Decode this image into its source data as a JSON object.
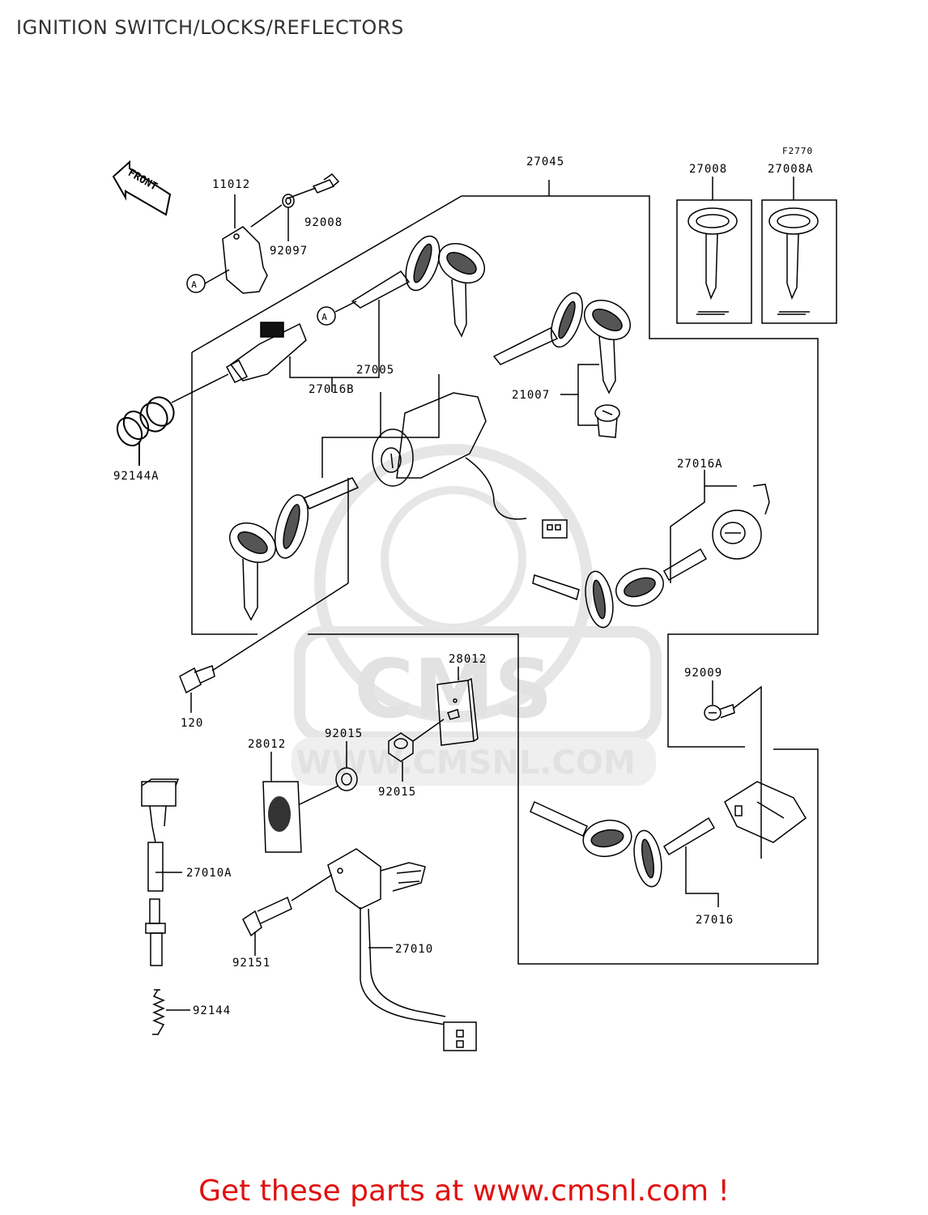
{
  "title": "IGNITION SWITCH/LOCKS/REFLECTORS",
  "figure_code": "F2770",
  "front_label": "FRONT",
  "ref_marker": "A",
  "watermark": {
    "logo": "CMS",
    "url": "WWW.CMSNL.COM"
  },
  "parts": {
    "p27045": "27045",
    "p27008": "27008",
    "p27008A": "27008A",
    "p11012": "11012",
    "p92008": "92008",
    "p92097": "92097",
    "p27016B": "27016B",
    "p27005": "27005",
    "p21007": "21007",
    "p92144A": "92144A",
    "p27016A": "27016A",
    "p120": "120",
    "p28012_right": "28012",
    "p28012_left": "28012",
    "p92015_top": "92015",
    "p92015_bottom": "92015",
    "p92009": "92009",
    "p27010A": "27010A",
    "p27010": "27010",
    "p92151": "92151",
    "p27016": "27016",
    "p92144": "92144"
  },
  "footer": {
    "text": "Get these parts at www.cmsnl.com !"
  },
  "colors": {
    "footer": "#e01010",
    "watermark": "#e2e2e2",
    "line": "#000000"
  }
}
